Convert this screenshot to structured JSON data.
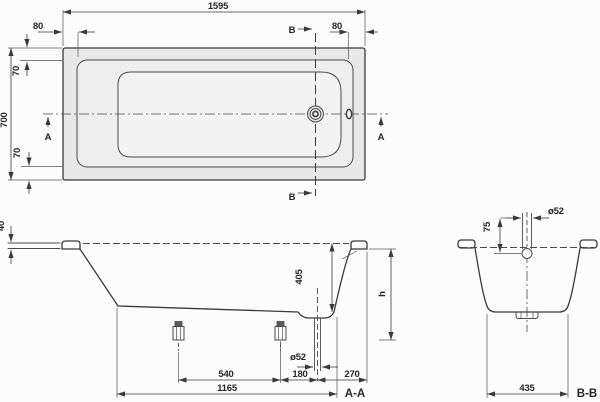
{
  "drawing": {
    "type": "bathtub technical drawing",
    "colors": {
      "line": "#3a3a3a",
      "tub_fill": "#e8e8e8",
      "basin_fill": "#f3f3f3",
      "background": "#fcfcfc"
    },
    "plan": {
      "dims": {
        "length": "1595",
        "width": "700",
        "rim_left": "80",
        "overflow_offset": "80",
        "rim_top": "70",
        "rim_bottom": "70"
      },
      "sections": {
        "a": "A",
        "b": "B"
      }
    },
    "section_aa": {
      "label": "A-A",
      "dims": {
        "rim_thickness": "40",
        "depth": "405",
        "height": "h",
        "drain_dia": "ø52",
        "foot_spacing": "540",
        "foot_to_drain": "180",
        "drain_to_end": "270",
        "bottom_length": "1165"
      }
    },
    "section_bb": {
      "label": "B-B",
      "dims": {
        "bottom_width": "435",
        "overflow_depth": "75",
        "overflow_dia": "ø52"
      }
    }
  }
}
